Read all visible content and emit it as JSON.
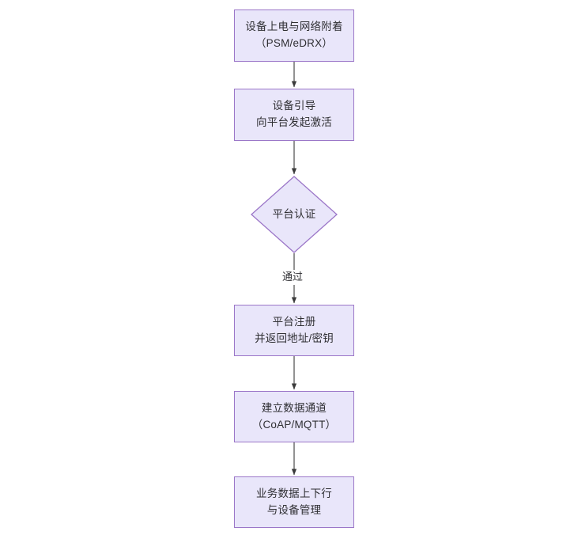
{
  "diagram": {
    "type": "flowchart",
    "orientation": "top-to-bottom",
    "background_color": "#ffffff",
    "node_fill_color": "#e9e6fa",
    "node_border_color": "#9b76c8",
    "node_text_color": "#2f2f33",
    "edge_color": "#3b3b3b",
    "nodes": [
      {
        "id": "n1",
        "shape": "rect",
        "line1": "设备上电与网络附着",
        "line2": "（PSM/eDRX）"
      },
      {
        "id": "n2",
        "shape": "rect",
        "line1": "设备引导",
        "line2": "向平台发起激活"
      },
      {
        "id": "n3",
        "shape": "diamond",
        "line1": "平台认证",
        "line2": ""
      },
      {
        "id": "n4",
        "shape": "rect",
        "line1": "平台注册",
        "line2": "并返回地址/密钥"
      },
      {
        "id": "n5",
        "shape": "rect",
        "line1": "建立数据通道",
        "line2": "（CoAP/MQTT）"
      },
      {
        "id": "n6",
        "shape": "rect",
        "line1": "业务数据上下行",
        "line2": "与设备管理"
      }
    ],
    "edges": [
      {
        "from": "n1",
        "to": "n2",
        "label": ""
      },
      {
        "from": "n2",
        "to": "n3",
        "label": ""
      },
      {
        "from": "n3",
        "to": "n4",
        "label": "通过"
      },
      {
        "from": "n4",
        "to": "n5",
        "label": ""
      },
      {
        "from": "n5",
        "to": "n6",
        "label": ""
      }
    ]
  }
}
